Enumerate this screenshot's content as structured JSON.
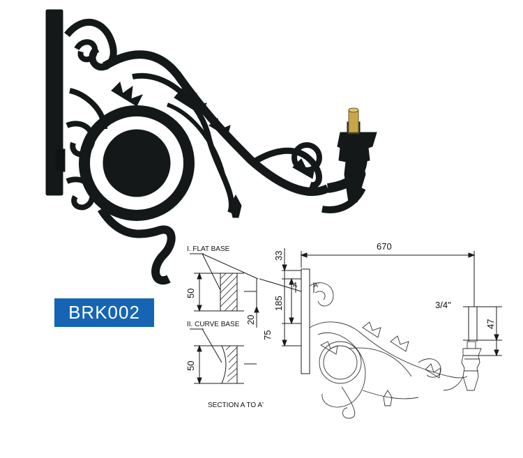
{
  "product": {
    "code": "BRK002",
    "badge_color": "#1565b4"
  },
  "drawing": {
    "flat_base_label": "I. FLAT BASE",
    "curve_base_label": "II. CURVE BASE",
    "section_label": "SECTION A TO A'",
    "dims": {
      "overall_length": "670",
      "top_offset": "33",
      "plate_height": "185",
      "lower_offset": "75",
      "base_thickness": "20",
      "flat_base_height": "50",
      "curve_base_height": "50",
      "thread_size": "3/4\"",
      "tip_height": "47"
    },
    "section_marker_a": "A",
    "section_marker_a2": "A'"
  }
}
